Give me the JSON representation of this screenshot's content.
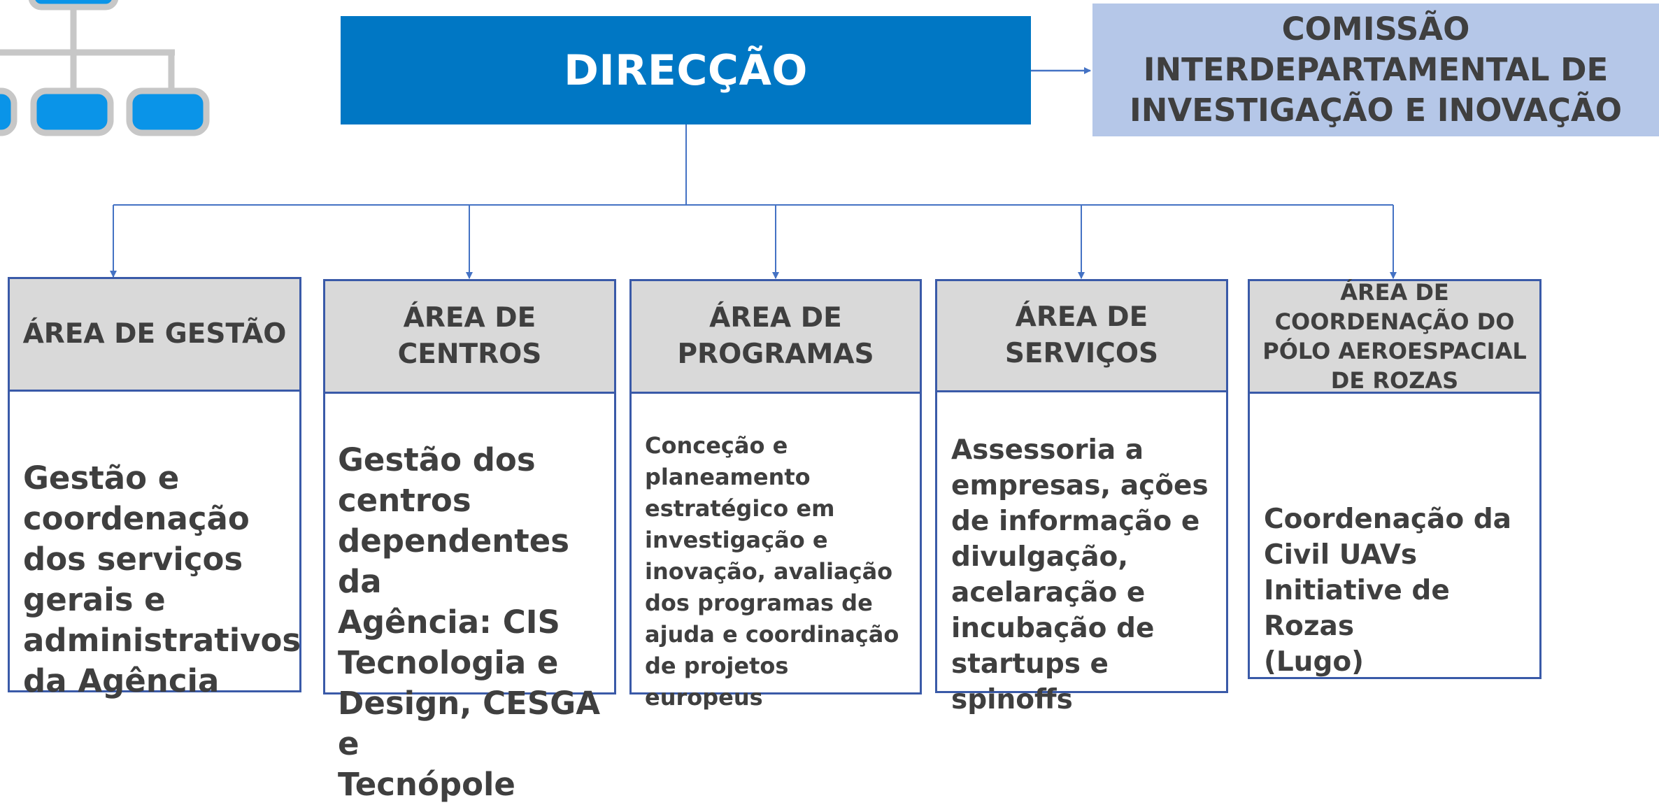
{
  "top": {
    "direction_label": "DIRECÇÃO",
    "committee_label": "COMISSÃO\nINTERDEPARTAMENTAL DE\nINVESTIGAÇÃO E INOVAÇÃO"
  },
  "areas": [
    {
      "title": "ÁREA DE GESTÃO",
      "description": "Gestão e\ncoordenação\ndos serviços\ngerais e\nadministrativos\nda Agência"
    },
    {
      "title": "ÁREA DE\nCENTROS",
      "description": "Gestão dos\ncentros\ndependentes da\nAgência: CIS\nTecnologia e\nDesign, CESGA e\nTecnópole"
    },
    {
      "title": "ÁREA DE\nPROGRAMAS",
      "description": "Conceção e\nplaneamento\nestratégico em\ninvestigação e\ninovação, avaliação\ndos programas de\najuda e coordinação\nde projetos\neuropeus"
    },
    {
      "title": "ÁREA DE\nSERVIÇOS",
      "description": "Assessoria a\nempresas, ações\nde informação e\ndivulgação,\nacelaração e\nincubação de\nstartups e\nspinoffs"
    },
    {
      "title": "ÁREA DE\nCOORDENAÇÃO DO\nPÓLO AEROESPACIAL\nDE ROZAS",
      "description": "Coordenação da\nCivil UAVs\nInitiative de Rozas\n(Lugo)"
    }
  ],
  "colors": {
    "direction_fill": "#0077c4",
    "committee_fill": "#b5c7e8",
    "area_header_fill": "#d9d9d9",
    "border": "#3a5aa8",
    "text": "#3f3f3f",
    "connector": "#4472c4"
  },
  "icons": [
    "org-chart-icon"
  ]
}
